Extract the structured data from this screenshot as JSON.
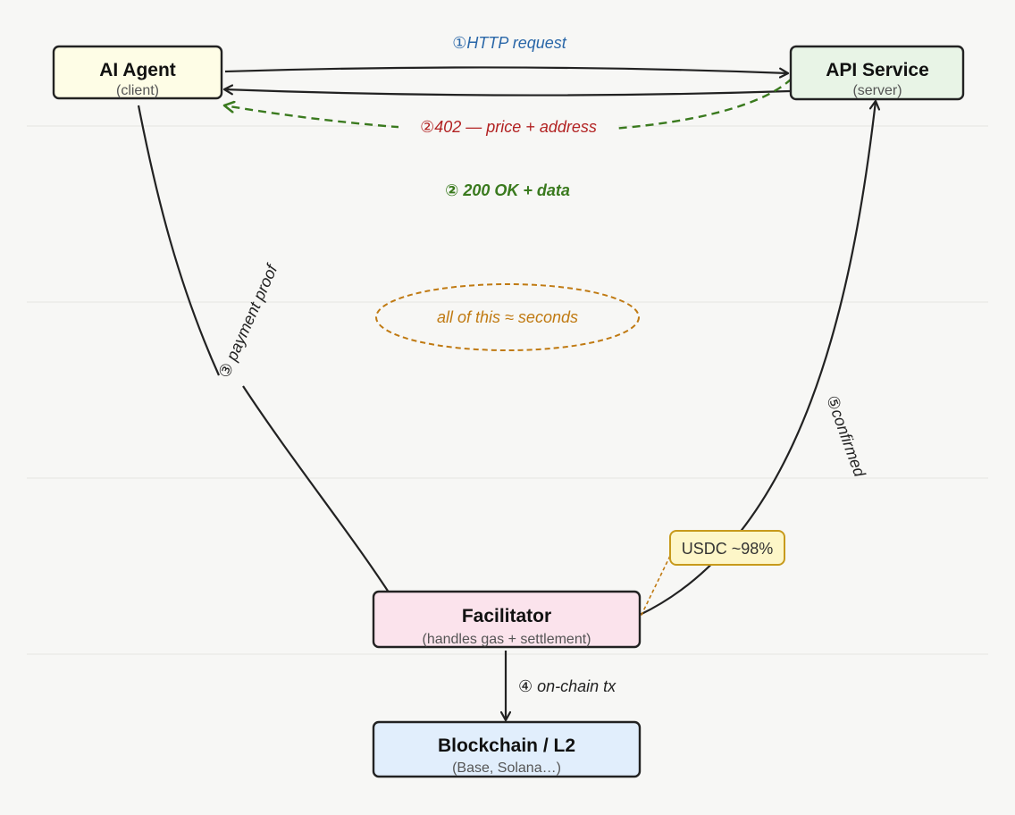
{
  "colors": {
    "background": "#f7f7f5",
    "gridline": "#e4e4e1",
    "ink": "#222222",
    "request_blue": "#2a67a8",
    "payment_required_red": "#b22222",
    "success_green": "#3a7a1e",
    "note_orange": "#c07a12",
    "agent_fill": "#fefde6",
    "service_fill": "#e8f4e6",
    "facilitator_fill": "#fbe3ec",
    "blockchain_fill": "#e1eefc",
    "usdc_fill": "#fdf6c8",
    "usdc_stroke": "#c79a1c"
  },
  "nodes": {
    "agent": {
      "title": "AI Agent",
      "subtitle": "(client)"
    },
    "service": {
      "title": "API Service",
      "subtitle": "(server)"
    },
    "facilitator": {
      "title": "Facilitator",
      "subtitle": "(handles gas + settlement)"
    },
    "blockchain": {
      "title": "Blockchain / L2",
      "subtitle": "(Base, Solana…)"
    }
  },
  "edges": {
    "http_request": "①HTTP request",
    "payment_required": "②402 — price + address",
    "ok_data": "② 200 OK + data",
    "payment_proof": "③ payment proof",
    "onchain_tx": "④ on-chain tx",
    "confirmed": "⑤confirmed"
  },
  "notes": {
    "timing": "all of this ≈ seconds",
    "usdc": "USDC ~98%"
  }
}
